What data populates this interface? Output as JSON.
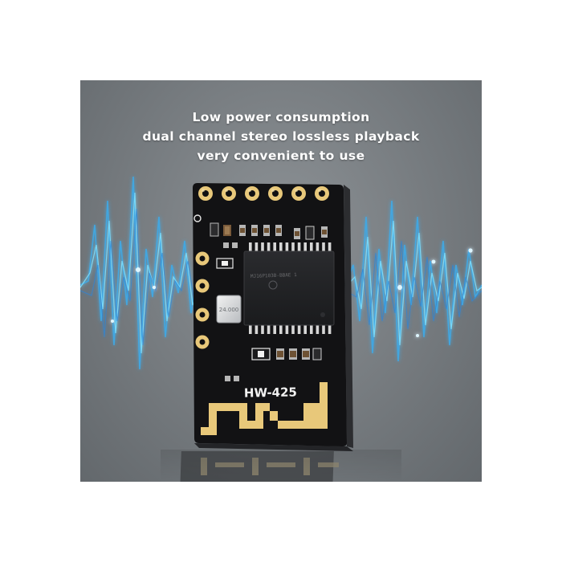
{
  "caption": {
    "line1": "Low power consumption",
    "line2": "dual channel stereo lossless playback",
    "line3": "very convenient to use"
  },
  "board": {
    "model_label": "HW-425",
    "crystal_label": "24.000"
  },
  "colors": {
    "background": "#7a7f83",
    "pcb": "#121214",
    "gold": "#e8c87a",
    "wave_glow": "#5ad0ff",
    "caption_text": "#ffffff"
  }
}
